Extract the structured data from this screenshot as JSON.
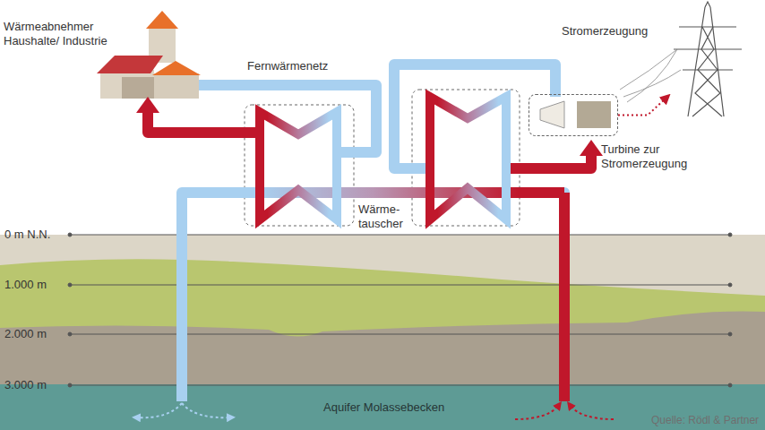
{
  "diagram": {
    "nodes": [
      {
        "text": [
          "Wärmeabnehmer Haushalte/ Industrie"
        ]
      },
      {
        "text": [
          "Turbine zur Stromerzeugung"
        ]
      },
      {
        "text": [
          "Stromerzeugung"
        ]
      },
      {
        "text": [
          "Aquifer Molassebecken"
        ]
      }
    ],
    "edges": [
      {
        "from": 1,
        "to": 2,
        "arrow": "to"
      }
    ],
    "labels": [
      "Fernwärmenetz",
      "Wärme- tauscher",
      "0 m N.N.",
      "1.000 m",
      "2.000 m",
      "3.000 m",
      "Quelle: Rödl & Partner"
    ]
  }
}
